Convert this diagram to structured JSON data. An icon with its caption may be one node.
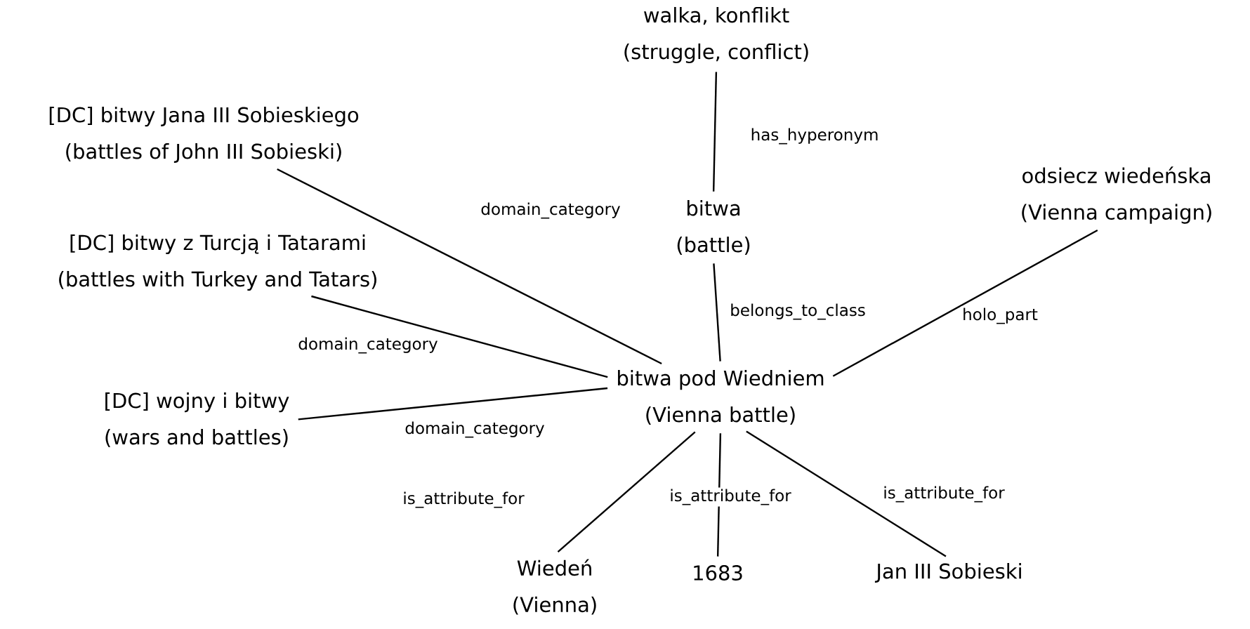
{
  "diagram": {
    "nodes": [
      {
        "text": [
          "walka, konflikt",
          "(struggle, conflict)"
        ]
      },
      {
        "text": [
          "[DC] bitwy Jana III Sobieskiego",
          "(battles of John III Sobieski)"
        ]
      },
      {
        "text": [
          "odsiecz wiedeńska",
          "(Vienna campaign)"
        ]
      },
      {
        "text": [
          "bitwa",
          "(battle)"
        ]
      },
      {
        "text": [
          "[DC] bitwy z Turcją i Tatarami",
          "(battles with Turkey and Tatars)"
        ]
      },
      {
        "text": [
          "bitwa pod Wiedniem",
          "(Vienna battle)"
        ]
      },
      {
        "text": [
          "[DC] wojny i bitwy",
          "(wars and battles)"
        ]
      },
      {
        "text": [
          "Wiedeń",
          "(Vienna)"
        ]
      },
      {
        "text": [
          "1683"
        ]
      },
      {
        "text": [
          "Jan III Sobieski"
        ]
      }
    ],
    "edges": [
      {
        "from": 0,
        "to": 3,
        "arrow": "none",
        "label": "has_hyperonym"
      },
      {
        "from": 1,
        "to": 5,
        "arrow": "none",
        "label": "domain_category"
      },
      {
        "from": 3,
        "to": 5,
        "arrow": "none",
        "label": "belongs_to_class"
      },
      {
        "from": 4,
        "to": 5,
        "arrow": "none",
        "label": "domain_category"
      },
      {
        "from": 2,
        "to": 5,
        "arrow": "none",
        "label": "holo_part"
      },
      {
        "from": 6,
        "to": 5,
        "arrow": "none",
        "label": "domain_category"
      },
      {
        "from": 5,
        "to": 7,
        "arrow": "none",
        "label": "is_attribute_for"
      },
      {
        "from": 5,
        "to": 8,
        "arrow": "none",
        "label": "is_attribute_for"
      },
      {
        "from": 5,
        "to": 9,
        "arrow": "none",
        "label": "is_attribute_for"
      }
    ]
  }
}
